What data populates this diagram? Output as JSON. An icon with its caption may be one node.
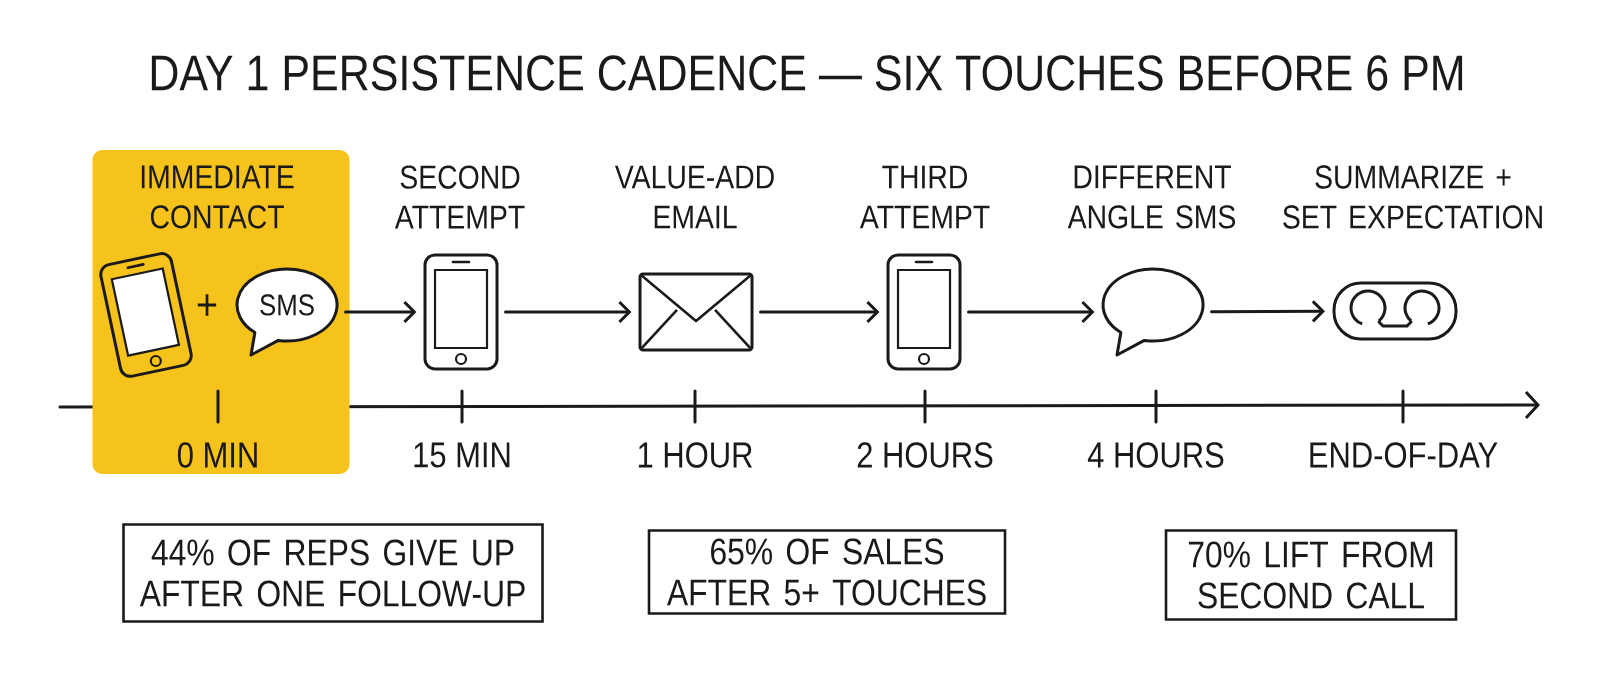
{
  "diagram": {
    "title": "DAY 1 PERSISTENCE CADENCE — SIX TOUCHES BEFORE 6 PM",
    "nodes": [
      {
        "text": [
          "IMMEDIATE CONTACT",
          "0 MIN"
        ]
      },
      {
        "text": [],
        "shape": "picture",
        "in": 0
      },
      {
        "text": [
          "SMS"
        ],
        "in": 0
      },
      {
        "text": [
          "SECOND ATTEMPT"
        ],
        "beside": [
          "15 MIN"
        ]
      },
      {
        "text": [
          "VALUE-ADD EMAIL"
        ],
        "beside": [
          "1 HOUR"
        ]
      },
      {
        "text": [
          "THIRD ATTEMPT"
        ],
        "beside": [
          "2 HOURS"
        ]
      },
      {
        "text": [
          "DIFFERENT ANGLE SMS"
        ],
        "beside": [
          "4 HOURS"
        ]
      },
      {
        "text": [
          "SUMMARIZE + SET EXPECTATION"
        ],
        "beside": [
          "END-OF-DAY"
        ]
      },
      {
        "text": [
          "44% OF REPS GIVE UP AFTER ONE FOLLOW-UP"
        ]
      },
      {
        "text": [
          "65% OF SALES AFTER 5+ TOUCHES"
        ]
      },
      {
        "text": [
          "70% LIFT FROM SECOND CALL"
        ]
      }
    ],
    "edges": [
      {
        "from": 2,
        "to": 3,
        "arrow": "to"
      },
      {
        "from": 3,
        "to": 4,
        "arrow": "to"
      },
      {
        "from": 4,
        "to": 5,
        "arrow": "to"
      },
      {
        "from": 5,
        "to": 6,
        "arrow": "to"
      },
      {
        "from": 6,
        "to": 7,
        "arrow": "to"
      }
    ],
    "labels": [
      "+"
    ]
  }
}
